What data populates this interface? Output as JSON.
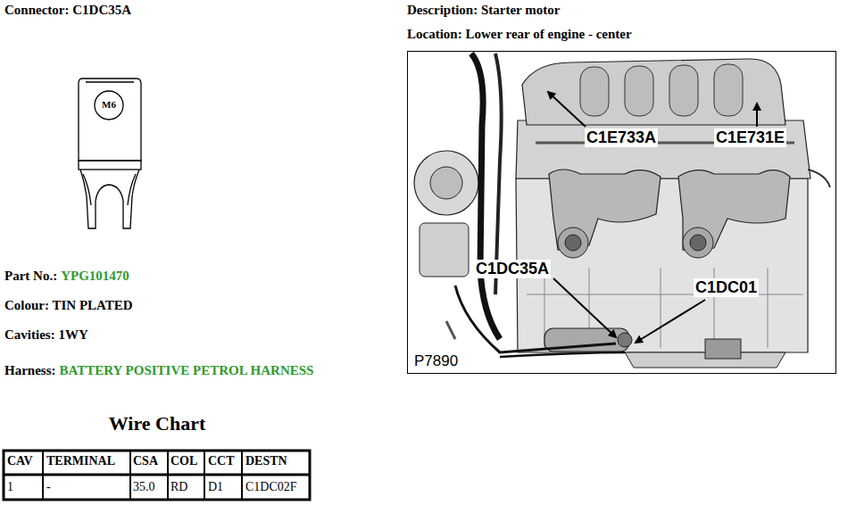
{
  "diagram": {
    "labels": [
      "Connector: C1DC35A",
      "Description: Starter motor",
      "Location: Lower rear of engine - center",
      "M6",
      "Part No.:",
      "YPG101470",
      "Colour: TIN PLATED",
      "Cavities: 1WY",
      "Harness:",
      "BATTERY POSITIVE PETROL HARNESS",
      "Wire Chart",
      "CAV",
      "TERMINAL",
      "CSA",
      "COL",
      "CCT",
      "DESTN",
      "1",
      "-",
      "35.0",
      "RD",
      "D1",
      "C1DC02F",
      "C1E733A",
      "C1E731E",
      "C1DC35A",
      "C1DC01",
      "P7890"
    ]
  }
}
